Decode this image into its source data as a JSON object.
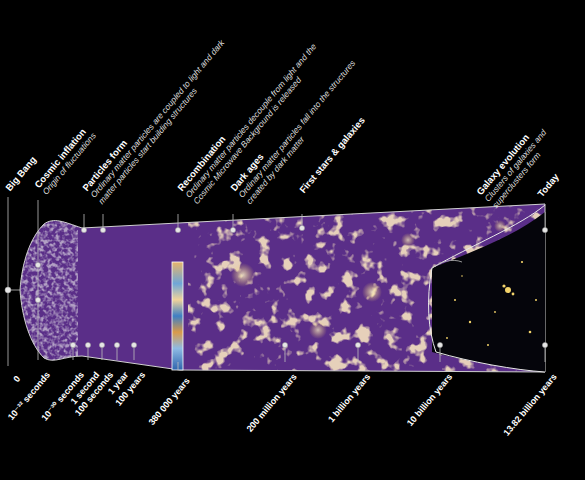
{
  "diagram": {
    "labels": [
      "Big Bang",
      "Cosmic inflation",
      "Origin of fluctuations",
      "Particles form",
      "Ordinary matter particles are coupled to light and dark matter particles start building structures",
      "Recombination",
      "Ordinary matter particles decouple from light and the Cosmic Microwave Background is released",
      "Dark ages",
      "Ordinary matter particles fall into the structures created by dark matter",
      "First stars & galaxies",
      "Galaxy evolution",
      "Clusters of galaxies and superclusters form",
      "Today",
      "0",
      "10⁻³² seconds",
      "10⁻³⁰ seconds",
      "1 second",
      "100 seconds",
      "1 year",
      "100 years",
      "380 000 years",
      "200 million years",
      "1 billion years",
      "10 billion years",
      "13.82 billion years"
    ]
  }
}
